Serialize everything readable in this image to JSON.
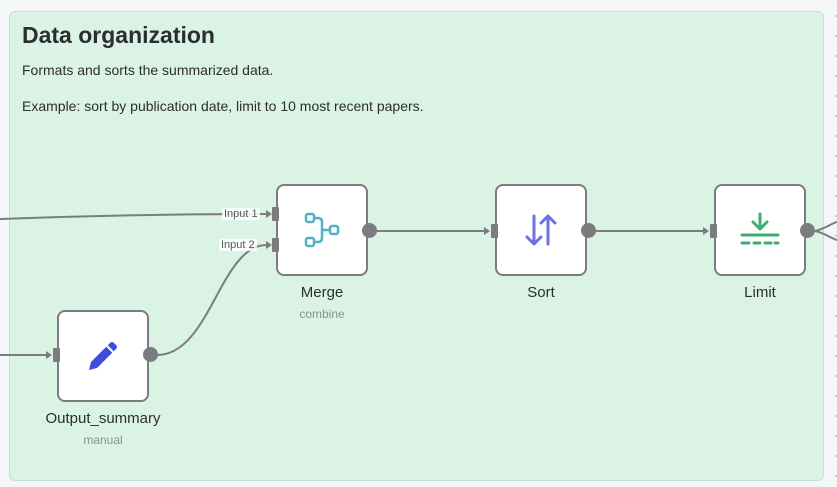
{
  "sticky_note": {
    "title": "Data organization",
    "line1": "Formats and sorts the summarized data.",
    "line2": "Example: sort by publication date, limit to 10 most recent papers.",
    "color": "#dbf3e4"
  },
  "nodes": {
    "merge": {
      "label": "Merge",
      "subtitle": "combine",
      "icon": "merge-icon",
      "icon_color": "#4fb2c9"
    },
    "sort": {
      "label": "Sort",
      "icon": "sort-arrows-icon",
      "icon_color": "#6b72e0"
    },
    "limit": {
      "label": "Limit",
      "icon": "limit-download-icon",
      "icon_color": "#3fae73"
    },
    "output_summary": {
      "label": "Output_summary",
      "subtitle": "manual",
      "icon": "pencil-icon",
      "icon_color": "#3e4de0"
    }
  },
  "merge_inputs": {
    "input1": "Input 1",
    "input2": "Input 2"
  },
  "colors": {
    "node_border": "#7b7c80",
    "wire": "#7b7c80"
  }
}
